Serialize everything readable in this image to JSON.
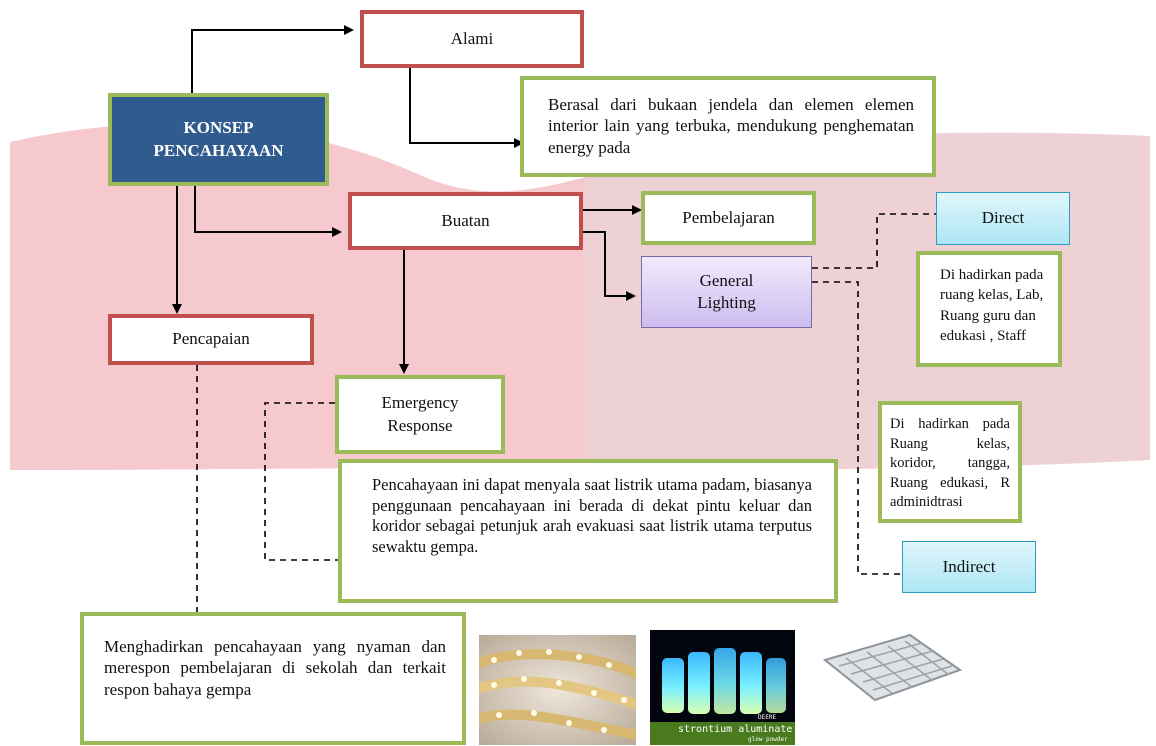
{
  "nodes": {
    "konsep": "KONSEP PENCAHAYAAN",
    "alami": "Alami",
    "alami_desc": "Berasal dari bukaan jendela dan elemen elemen interior lain yang terbuka, mendukung penghematan energy pada",
    "buatan": "Buatan",
    "pembelajaran": "Pembelajaran",
    "general_lighting": "General Lighting",
    "direct": "Direct",
    "direct_desc": "Di hadirkan pada ruang kelas, Lab, Ruang guru dan edukasi , Staff",
    "indirect_desc": "Di hadirkan pada Ruang kelas, koridor, tangga, Ruang edukasi, R adminidtrasi",
    "indirect": "Indirect",
    "pencapaian": "Pencapaian",
    "emergency": "Emergency Response",
    "emergency_desc": "Pencahayaan ini dapat menyala saat listrik utama padam, biasanya penggunaan pencahayaan ini berada di dekat pintu keluar dan koridor sebagai petunjuk arah evakuasi saat listrik utama terputus sewaktu gempa.",
    "pencapaian_desc": "Menghadirkan pencahayaan yang nyaman dan merespon pembelajaran di sekolah dan terkait respon bahaya gempa"
  },
  "photos": {
    "glow_label": "strontium aluminate",
    "glow_sublabel": "glow powder",
    "glow_brand": "DEERE"
  },
  "colors": {
    "title_fill": "#305b8e",
    "red_border": "#c0504d",
    "green_border": "#9bbb59",
    "band_pink": "#f4c6cb"
  }
}
